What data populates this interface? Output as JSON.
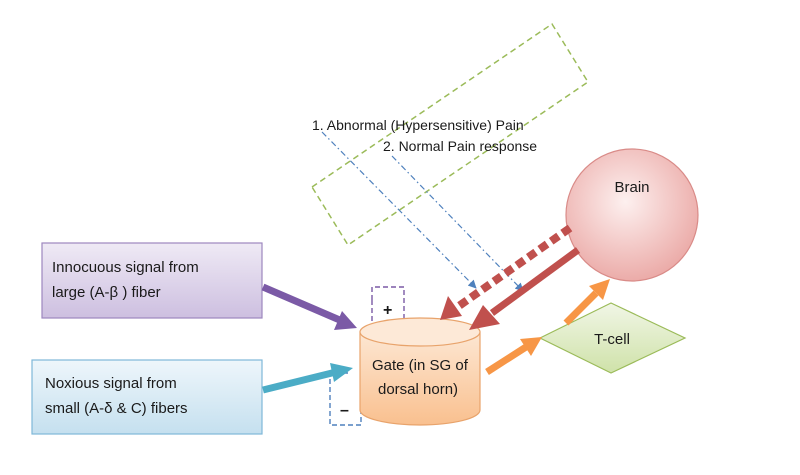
{
  "annotations": {
    "abnormal": "1. Abnormal (Hypersensitive) Pain",
    "normal": "2. Normal Pain response"
  },
  "nodes": {
    "innocuous": {
      "line1": "Innocuous signal  from",
      "line2": "large (A-β ) fiber"
    },
    "noxious": {
      "line1": "Noxious signal from",
      "line2": "small (A-δ & C) fibers"
    },
    "gate": {
      "line1": "Gate (in SG of",
      "line2": "dorsal horn)"
    },
    "tcell": "T-cell",
    "brain": "Brain",
    "plus": "+",
    "minus": "–"
  },
  "colors": {
    "purple": "#7b5aa6",
    "teal": "#4bacc6",
    "orange": "#f79646",
    "red": "#c0504d",
    "green_dashed": "#9bbb59",
    "blue_dashed": "#4f81bd"
  }
}
